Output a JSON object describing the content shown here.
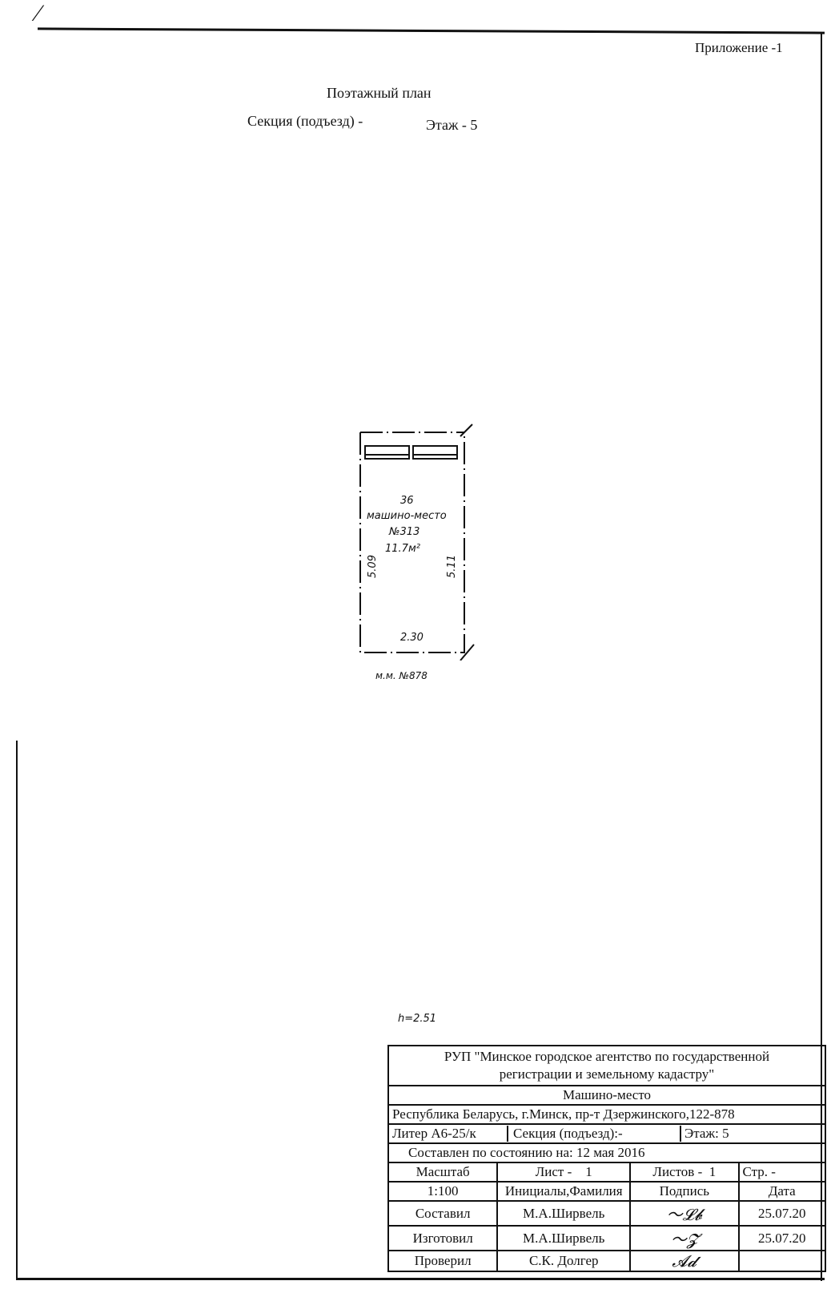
{
  "header": {
    "appendix": "Приложение -1",
    "title": "Поэтажный план",
    "section": "Секция (подъезд) -",
    "floor": "Этаж - 5"
  },
  "plan": {
    "number": "36",
    "type": "машино-место",
    "place_no": "№313",
    "area": "11.7м²",
    "left_dim": "5.09",
    "right_dim": "5.11",
    "bottom_dim": "2.30",
    "neighbor": "м.м. №878",
    "height": "h=2.51"
  },
  "stamp": {
    "org_line1": "РУП \"Минское городское агентство по государственной",
    "org_line2": "регистрации и земельному кадастру\"",
    "object": "Машино-место",
    "address": "Республика Беларусь, г.Минск, пр-т Дзержинского,122-878",
    "liter": "Литер А6-25/к",
    "section": "Секция (подъезд):-",
    "floor": "Этаж: 5",
    "compiled_state": "Составлен по состоянию на: 12 мая 2016",
    "scale_label": "Масштаб",
    "sheet": "Лист -    1",
    "sheets": "Листов -  1",
    "page": "Стр. -",
    "scale": "1:100",
    "col_name": "Инициалы,Фамилия",
    "col_sign": "Подпись",
    "col_date": "Дата",
    "rows": [
      {
        "role": "Составил",
        "name": "М.А.Ширвель",
        "date": "25.07.20"
      },
      {
        "role": "Изготовил",
        "name": "М.А.Ширвель",
        "date": "25.07.20"
      },
      {
        "role": "Проверил",
        "name": "С.К. Долгер",
        "date": ""
      }
    ]
  }
}
